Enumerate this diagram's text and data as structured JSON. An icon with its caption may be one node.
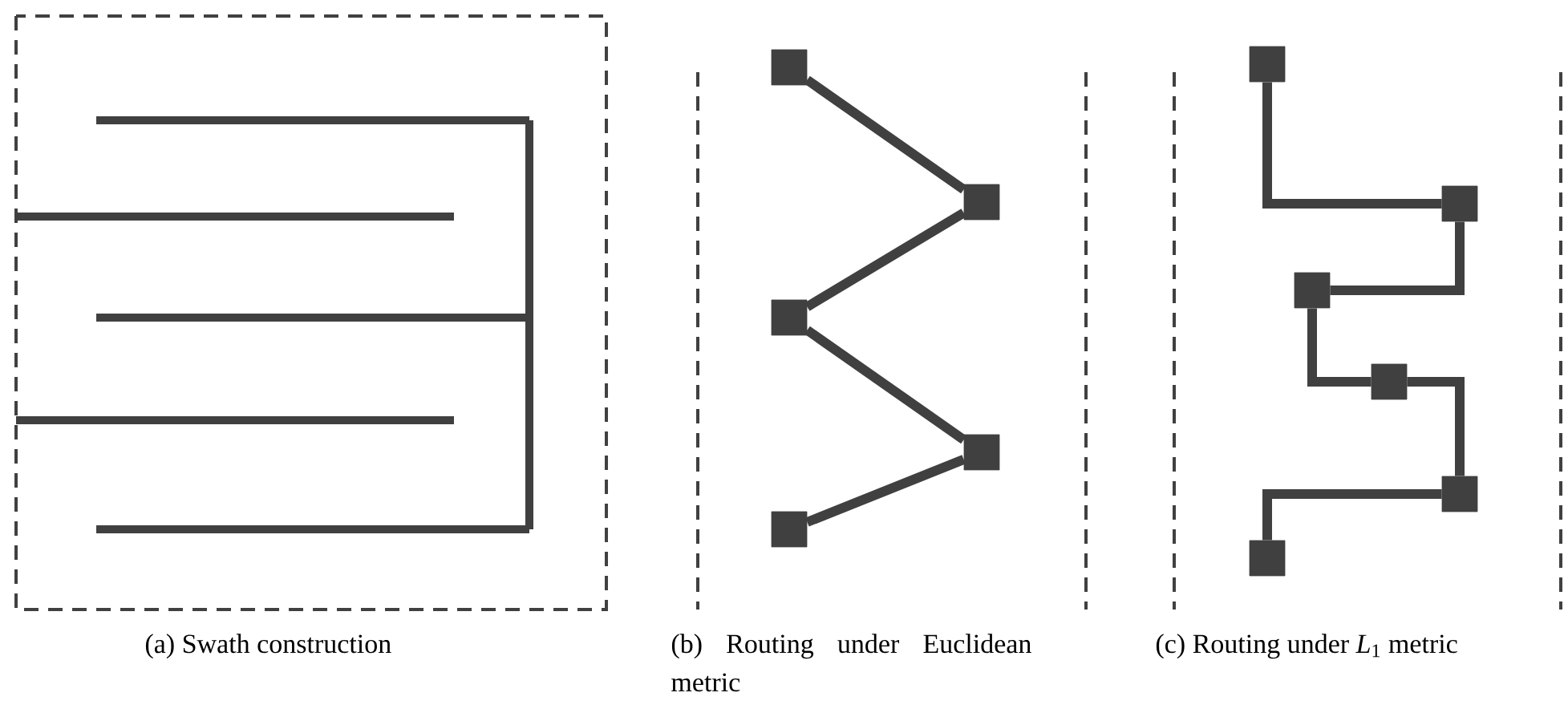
{
  "diagram": {
    "nodes": [
      {
        "text": [],
        "shape": "box"
      },
      {
        "text": [],
        "shape": "box"
      },
      {
        "text": [],
        "shape": "box"
      },
      {
        "text": [],
        "shape": "box"
      },
      {
        "text": [],
        "shape": "box"
      },
      {
        "text": [],
        "shape": "box"
      },
      {
        "text": [],
        "shape": "box"
      },
      {
        "text": [],
        "shape": "box"
      },
      {
        "text": [],
        "shape": "box"
      },
      {
        "text": [],
        "shape": "box"
      },
      {
        "text": [],
        "shape": "box"
      }
    ],
    "edges": [
      {
        "from": 0,
        "to": 1,
        "arrow": "none"
      },
      {
        "from": 1,
        "to": 2,
        "arrow": "none"
      },
      {
        "from": 2,
        "to": 3,
        "arrow": "none"
      },
      {
        "from": 3,
        "to": 4,
        "arrow": "none"
      },
      {
        "from": 5,
        "to": 6,
        "arrow": "none"
      },
      {
        "from": 6,
        "to": 7,
        "arrow": "none"
      },
      {
        "from": 7,
        "to": 8,
        "arrow": "none"
      },
      {
        "from": 8,
        "to": 9,
        "arrow": "none"
      },
      {
        "from": 9,
        "to": 10,
        "arrow": "none"
      }
    ],
    "labels": [
      "(a) Swath construction",
      "(b) Routing under Euclidean metric",
      "(c) Routing under *L*$_{1}$ metric"
    ]
  }
}
